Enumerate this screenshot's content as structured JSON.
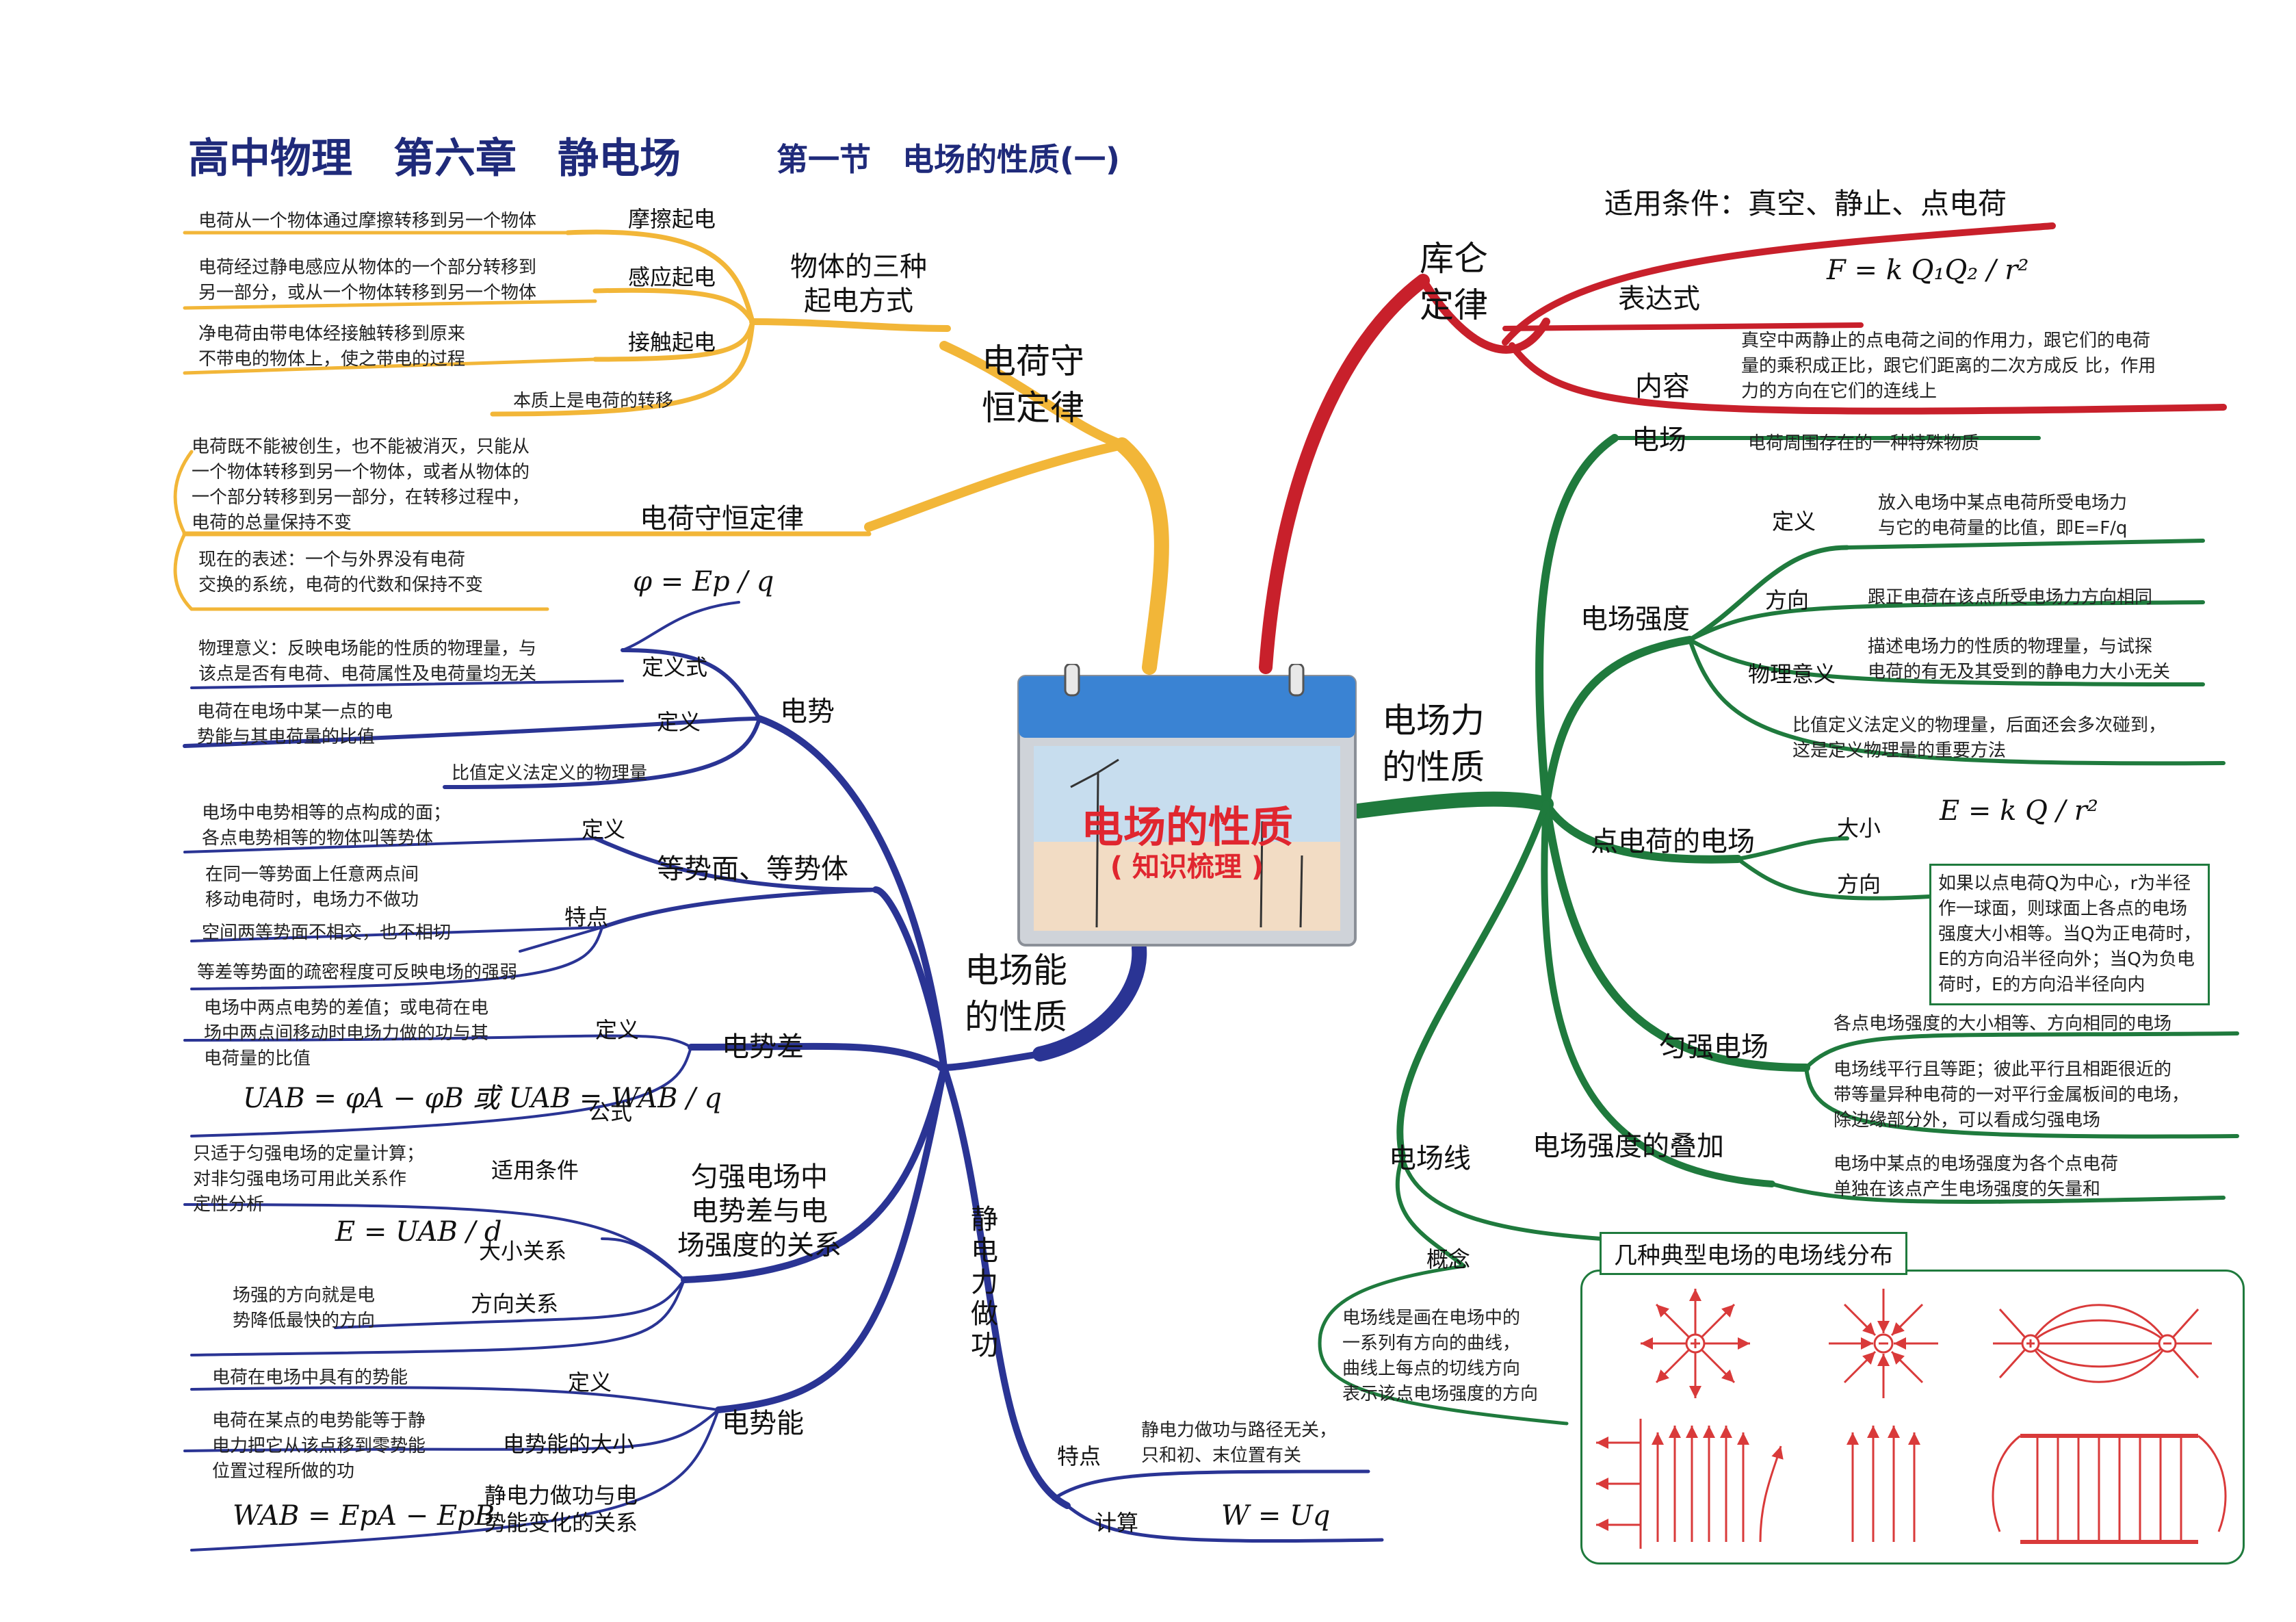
{
  "header": {
    "title": "高中物理　第六章　静电场",
    "subtitle": "第一节　电场的性质(一)"
  },
  "center": {
    "title": "电场的性质",
    "subtitle": "( 知识梳理 )"
  },
  "colors": {
    "charge_branch": "#f2b638",
    "coulomb_branch": "#c8202b",
    "field_force_branch": "#1f7a3d",
    "energy_branch": "#2a3494",
    "title": "#1f2a7a",
    "center_title": "#e0262f",
    "field_line_drawing": "#d93a3a"
  },
  "charge_conservation": {
    "label": "电荷守\n恒定律",
    "methods": {
      "label": "物体的三种\n起电方式",
      "friction": {
        "label": "摩擦起电",
        "desc": "电荷从一个物体通过摩擦转移到另一个物体"
      },
      "induction": {
        "label": "感应起电",
        "desc": "电荷经过静电感应从物体的一个部分转移到\n另一部分，或从一个物体转移到另一个物体"
      },
      "contact": {
        "label": "接触起电",
        "desc": "净电荷由带电体经接触转移到原来\n不带电的物体上，使之带电的过程"
      },
      "essence": "本质上是电荷的转移"
    },
    "law": {
      "label": "电荷守恒定律",
      "desc1": "电荷既不能被创生，也不能被消灭，只能从\n一个物体转移到另一个物体，或者从物体的\n一个部分转移到另一部分，在转移过程中，\n电荷的总量保持不变",
      "desc2": "现在的表述：一个与外界没有电荷\n交换的系统，电荷的代数和保持不变"
    }
  },
  "coulomb": {
    "label": "库仑\n定律",
    "condition": "适用条件：真空、静止、点电荷",
    "expression_label": "表达式",
    "expression": "F = k Q₁Q₂ / r²",
    "content_label": "内容",
    "content": "真空中两静止的点电荷之间的作用力，跟它们的电荷\n量的乘积成正比，跟它们距离的二次方成反 比，作用\n力的方向在它们的连线上"
  },
  "field_force": {
    "label": "电场力\n的性质",
    "field": {
      "label": "电场",
      "desc": "电荷周围存在的一种特殊物质"
    },
    "intensity": {
      "label": "电场强度",
      "def_label": "定义",
      "def_desc": "放入电场中某点电荷所受电场力\n与它的电荷量的比值，即E=F/q",
      "dir_label": "方向",
      "dir_desc": "跟正电荷在该点所受电场力方向相同",
      "meaning_label": "物理意义",
      "meaning_desc": "描述电场力的性质的物理量，与试探\n电荷的有无及其受到的静电力大小无关",
      "note": "比值定义法定义的物理量，后面还会多次碰到，\n这是定义物理量的重要方法"
    },
    "point_charge": {
      "label": "点电荷的电场",
      "size_label": "大小",
      "size_formula": "E = k Q / r²",
      "dir_label": "方向",
      "dir_desc": "如果以点电荷Q为中心，r为半径\n作一球面，则球面上各点的电场\n强度大小相等。当Q为正电荷时，\nE的方向沿半径向外；当Q为负电\n荷时，E的方向沿半径向内"
    },
    "uniform": {
      "label": "匀强电场",
      "desc1": "各点电场强度的大小相等、方向相同的电场",
      "desc2": "电场线平行且等距；彼此平行且相距很近的\n带等量异种电荷的一对平行金属板间的电场，\n除边缘部分外，可以看成匀强电场"
    },
    "superposition": {
      "label": "电场强度的叠加",
      "desc": "电场中某点的电场强度为各个点电荷\n单独在该点产生电场强度的矢量和"
    },
    "field_lines": {
      "label": "电场线",
      "concept_label": "概念",
      "concept_desc": "电场线是画在电场中的\n一系列有方向的曲线，\n曲线上每点的切线方向\n表示该点电场强度的方向",
      "typical_label": "几种典型电场的电场线分布"
    }
  },
  "energy": {
    "label": "电场能\n的性质",
    "potential": {
      "label": "电势",
      "formula_label": "定义式",
      "formula": "φ = Ep / q",
      "meaning": "物理意义：反映电场能的性质的物理量，与\n该点是否有电荷、电荷属性及电荷量均无关",
      "def_label": "定义",
      "def_desc": "电荷在电场中某一点的电\n势能与其电荷量的比值",
      "note": "比值定义法定义的物理量"
    },
    "equipotential": {
      "label": "等势面、等势体",
      "def_label": "定义",
      "def_desc": "电场中电势相等的点构成的面；\n各点电势相等的物体叫等势体",
      "feature_label": "特点",
      "feature1": "在同一等势面上任意两点间\n移动电荷时，电场力不做功",
      "feature2": "空间两等势面不相交，也不相切",
      "feature3": "等差等势面的疏密程度可反映电场的强弱"
    },
    "potential_diff": {
      "label": "电势差",
      "def_label": "定义",
      "def_desc": "电场中两点电势的差值；或电荷在电\n场中两点间移动时电场力做的功与其\n电荷量的比值",
      "formula_label": "公式",
      "formula": "UAB = φA − φB 或 UAB = WAB / q"
    },
    "uniform_relation": {
      "label": "匀强电场中\n电势差与电\n场强度的关系",
      "cond_label": "适用条件",
      "cond_desc": "只适于匀强电场的定量计算；\n对非匀强电场可用此关系作\n定性分析",
      "size_label": "大小关系",
      "size_formula": "E = UAB / d",
      "dir_label": "方向关系",
      "dir_desc": "场强的方向就是电\n势降低最快的方向"
    },
    "potential_energy": {
      "label": "电势能",
      "def_label": "定义",
      "def_desc": "电荷在电场中具有的势能",
      "size_label": "电势能的大小",
      "size_desc": "电荷在某点的电势能等于静\n电力把它从该点移到零势能\n位置过程所做的功",
      "relation_label": "静电力做功与电\n势能变化的关系",
      "relation_formula": "WAB = EpA − EpB"
    },
    "work": {
      "label": "静电力做功",
      "feature_label": "特点",
      "feature_desc": "静电力做功与路径无关，\n只和初、末位置有关",
      "calc_label": "计算",
      "calc_formula": "W = Uq"
    }
  }
}
